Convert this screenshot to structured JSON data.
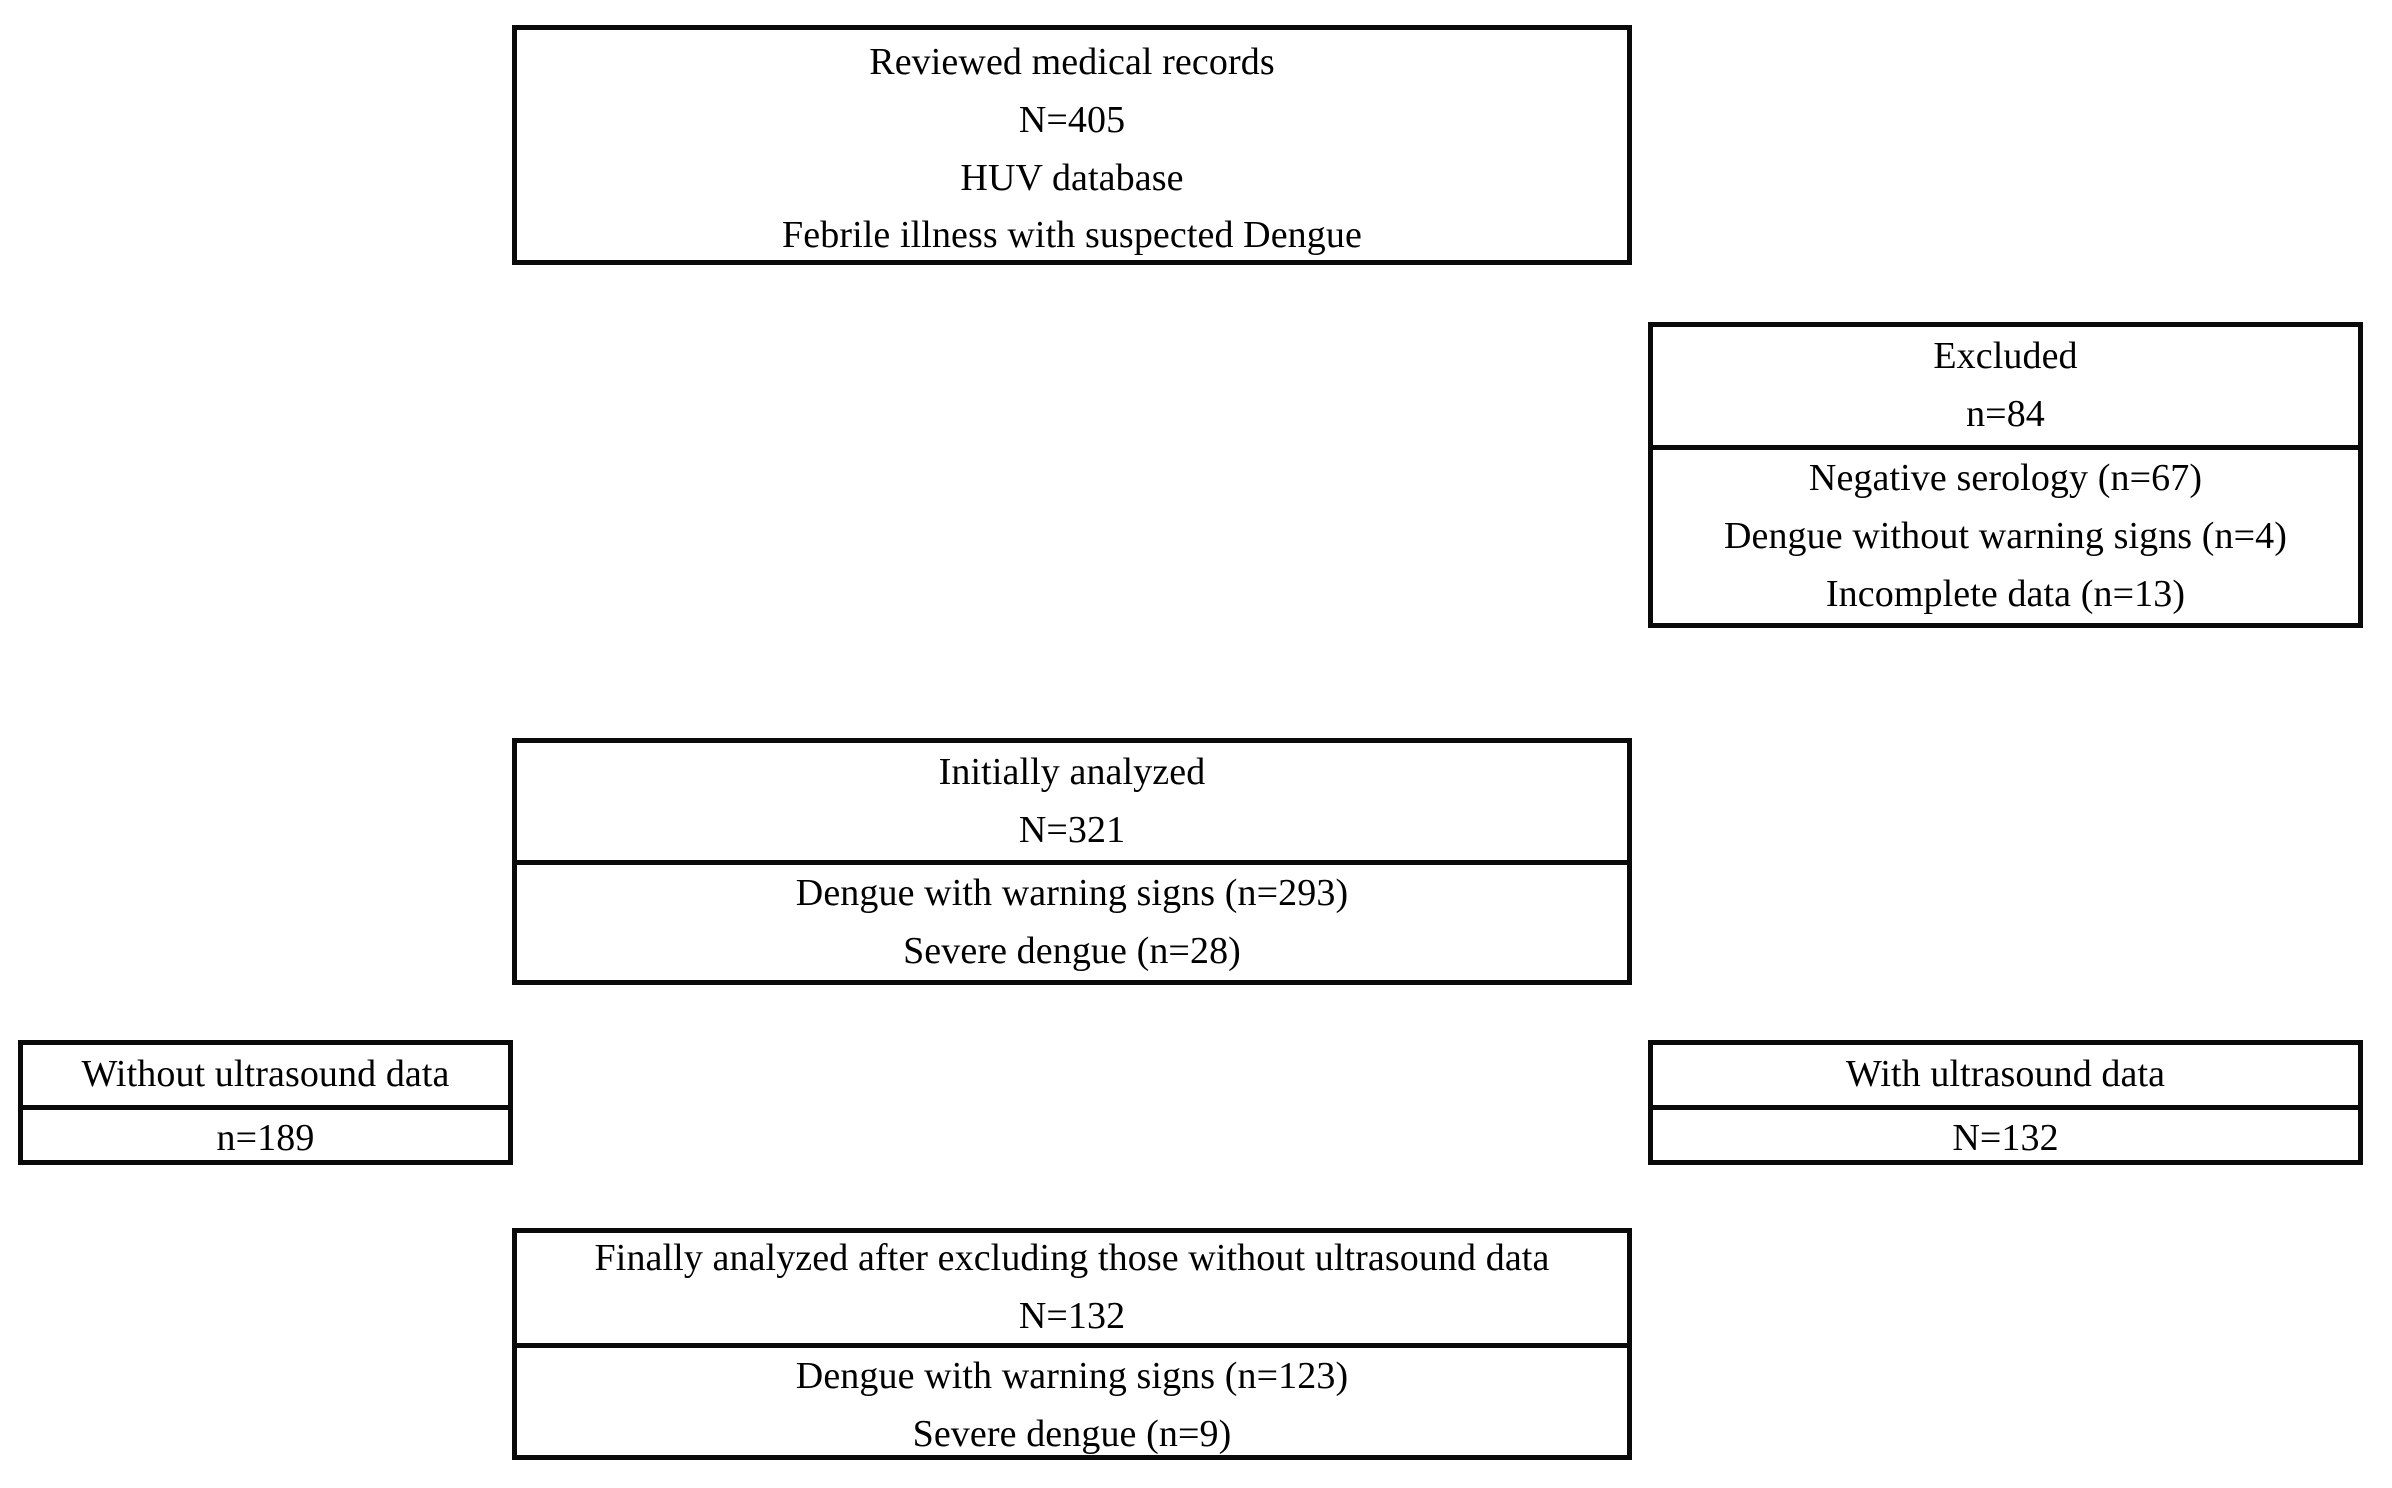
{
  "figure": {
    "type": "flow-diagram",
    "title": "Patient selection flow diagram",
    "background_color": "#ffffff",
    "border_color": "#0a0a0a",
    "text_color": "#000000"
  },
  "boxes": [
    {
      "id": "reviewed-records",
      "name": "Reviewed medical records",
      "cells": [
        {
          "lines": [
            "Reviewed medical records",
            "N=405",
            "HUV database",
            "Febrile illness with suspected Dengue"
          ]
        }
      ]
    },
    {
      "id": "excluded",
      "name": "Excluded",
      "cells": [
        {
          "lines": [
            "Excluded",
            "n=84"
          ]
        },
        {
          "lines": [
            "Negative serology (n=67)",
            "Dengue without warning signs (n=4)",
            "Incomplete data (n=13)"
          ]
        }
      ]
    },
    {
      "id": "initially-analyzed",
      "name": "Initially analyzed",
      "cells": [
        {
          "lines": [
            "Initially analyzed",
            "N=321"
          ]
        },
        {
          "lines": [
            "Dengue with warning signs (n=293)",
            "Severe dengue (n=28)"
          ]
        }
      ]
    },
    {
      "id": "without-ultrasound",
      "name": "Without ultrasound data",
      "cells": [
        {
          "lines": [
            "Without ultrasound data"
          ]
        },
        {
          "lines": [
            "n=189"
          ]
        }
      ]
    },
    {
      "id": "with-ultrasound",
      "name": "With ultrasound data",
      "cells": [
        {
          "lines": [
            "With ultrasound data"
          ]
        },
        {
          "lines": [
            "N=132"
          ]
        }
      ]
    },
    {
      "id": "finally-analyzed",
      "name": "Finally analyzed",
      "cells": [
        {
          "lines": [
            "Finally analyzed after excluding those without ultrasound data",
            "N=132"
          ]
        },
        {
          "lines": [
            "Dengue with warning signs (n=123)",
            "Severe dengue (n=9)"
          ]
        }
      ]
    }
  ]
}
